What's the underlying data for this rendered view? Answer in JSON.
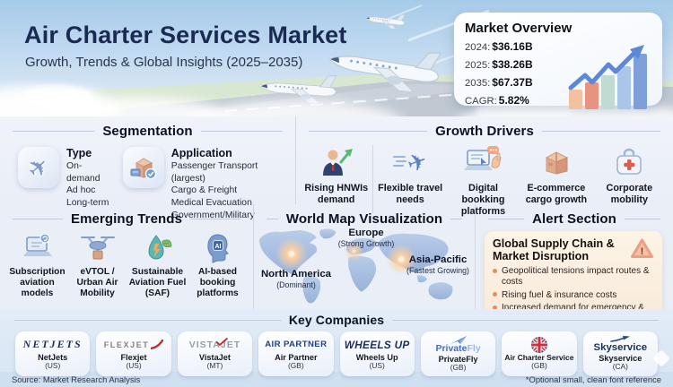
{
  "header": {
    "title": "Air Charter Services Market",
    "subtitle": "Growth, Trends & Global Insights (2025–2035)",
    "overview": {
      "title": "Market Overview",
      "stats": [
        {
          "label": "2024:",
          "value": "$36.16B"
        },
        {
          "label": "2025:",
          "value": "$38.26B"
        },
        {
          "label": "2035:",
          "value": "$67.37B"
        },
        {
          "label": "CAGR:",
          "value": "5.82%"
        }
      ]
    }
  },
  "chart_data": {
    "type": "bar",
    "title": "Market Overview growth bars (decorative, unlabeled)",
    "categories": [
      "1",
      "2",
      "3",
      "4",
      "5"
    ],
    "values": [
      22,
      30,
      38,
      48,
      62
    ],
    "bar_colors": [
      "#f2c1a0",
      "#e8937f",
      "#c2dbd2",
      "#a9c6e8",
      "#7f9fd9"
    ],
    "annotations": [
      "upward zigzag growth arrow"
    ],
    "xlabel": "",
    "ylabel": ""
  },
  "segmentation": {
    "title": "Segmentation",
    "groups": [
      {
        "heading": "Type",
        "icon": "airplane-icon",
        "items": [
          "On-demand",
          "Ad hoc",
          "Long-term"
        ]
      },
      {
        "heading": "Application",
        "icon": "cargo-parcel-icon",
        "items": [
          "Passenger Transport (largest)",
          "Cargo & Freight",
          "Medical Evacuation",
          "Government/Military"
        ]
      }
    ]
  },
  "growth_drivers": {
    "title": "Growth Drivers",
    "items": [
      {
        "label": "Rising HNWIs demand",
        "icon": "businessman-growth-icon"
      },
      {
        "label": "Flexible travel needs",
        "icon": "fast-plane-icon"
      },
      {
        "label": "Digital bookking platforms",
        "icon": "laptop-booking-icon"
      },
      {
        "label": "E-commerce cargo growth",
        "icon": "cargo-box-icon"
      },
      {
        "label": "Corporate mobility",
        "icon": "corporate-case-icon"
      }
    ]
  },
  "emerging_trends": {
    "title": "Emerging Trends",
    "items": [
      {
        "label": "Subscription aviation models",
        "icon": "subscription-laptop-icon"
      },
      {
        "label": "eVTOL / Urban Air Mobility",
        "icon": "drone-icon"
      },
      {
        "label": "Sustainable Aviation Fuel (SAF)",
        "icon": "eco-droplet-icon"
      },
      {
        "label": "AI-based booking platforms",
        "icon": "ai-head-icon",
        "chip": "AI"
      }
    ]
  },
  "world_map": {
    "title": "World Map Visualization",
    "regions": [
      {
        "name": "North America",
        "note": "(Dominant)"
      },
      {
        "name": "Europe",
        "note": "(Strong Growth)"
      },
      {
        "name": "Asia-Pacific",
        "note": "(Fastest Growing)"
      }
    ]
  },
  "alert": {
    "title": "Alert Section",
    "heading": "Global Supply Chain & Market Disruption",
    "warning_mark": "!",
    "bullets": [
      "Geopolitical tensions impact routes & costs",
      "Rising fuel & insurance costs",
      "Increased demand for emergency & evacuation charters"
    ]
  },
  "key_companies": {
    "title": "Key Companies",
    "companies": [
      {
        "logo": "NETJETS",
        "name": "NetJets",
        "country": "(US)"
      },
      {
        "logo": "FLEXJET",
        "name": "Flexjet",
        "country": "(US)"
      },
      {
        "logo": "VISTAJET",
        "name": "VistaJet",
        "country": "(MT)"
      },
      {
        "logo": "AIR PARTNER",
        "name": "Air Partner",
        "country": "(GB)"
      },
      {
        "logo": "WHEELS UP",
        "name": "Wheels Up",
        "country": "(US)"
      },
      {
        "logo_part1": "Private",
        "logo_part2": "Fly",
        "name": "PrivateFly",
        "country": "(GB)"
      },
      {
        "logo": "",
        "name": "Air Charter Service",
        "country": "(GB)"
      },
      {
        "logo": "Skyservice",
        "name": "Skyservice",
        "country": "(CA)"
      }
    ]
  },
  "footer": {
    "source": "Source: Market Research Analysis",
    "note": "*Optional small, clean font reference"
  },
  "icons": {
    "plane_glyph": "✈",
    "list": [
      "airplane-icon",
      "cargo-parcel-icon",
      "businessman-growth-icon",
      "fast-plane-icon",
      "laptop-booking-icon",
      "cargo-box-icon",
      "corporate-case-icon",
      "subscription-laptop-icon",
      "drone-icon",
      "eco-droplet-icon",
      "ai-head-icon",
      "warning-triangle-icon",
      "union-jack-icon",
      "paper-plane-icon",
      "skyservice-plane-icon",
      "flexjet-swoosh-icon",
      "vistajet-check-icon",
      "growth-arrow-icon",
      "mini-bar-chart",
      "world-map-graphic",
      "airplane-illustration",
      "sparkle-decoration"
    ]
  },
  "colors": {
    "title_navy": "#1a2a52",
    "accent_red": "#b5342e",
    "alert_bg": "#fdf2e4",
    "bullet_orange": "#e78d63",
    "map_continent": "#9db8de",
    "glow_orange": "#f6a96b",
    "divider": "#ccd6e4"
  }
}
